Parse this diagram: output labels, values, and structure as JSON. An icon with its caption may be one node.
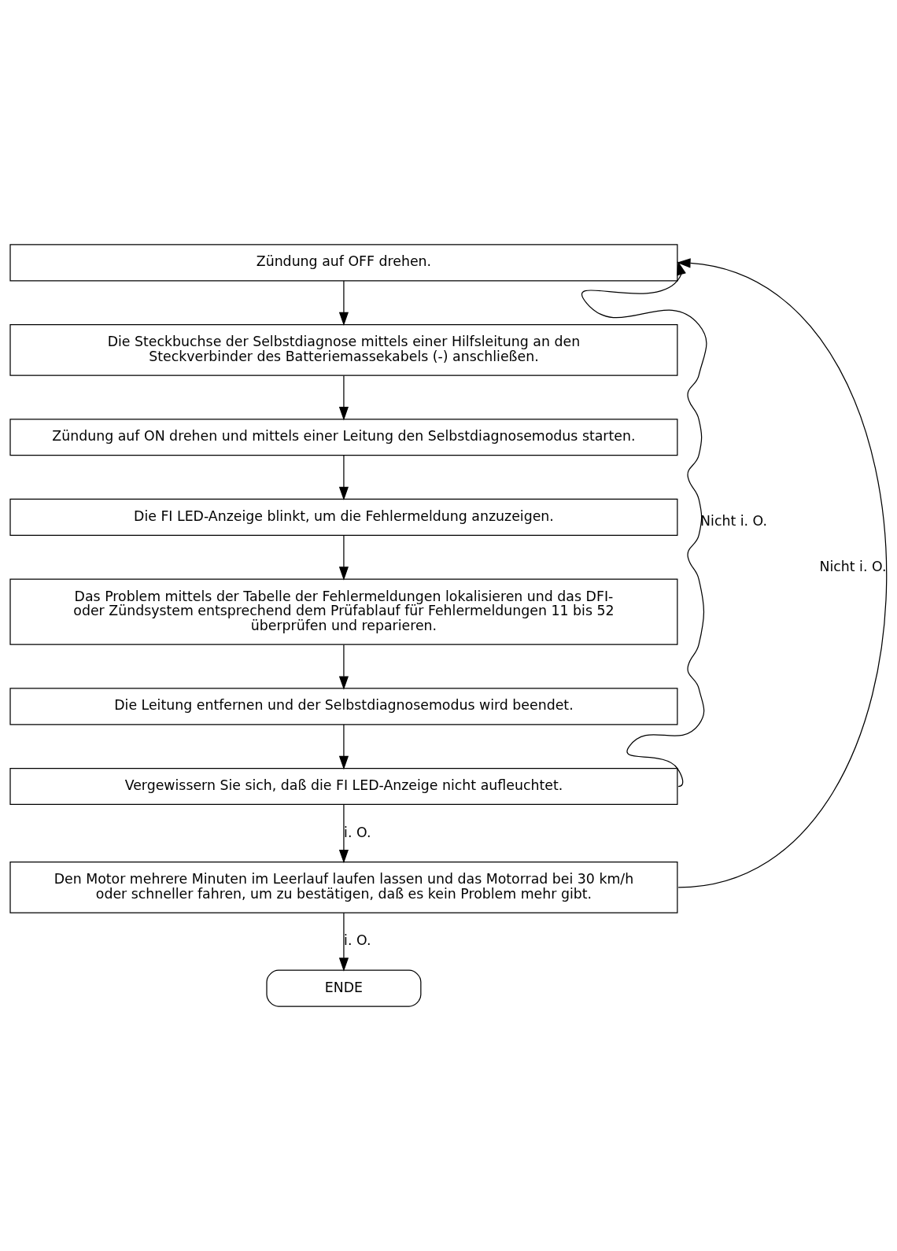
{
  "diagram": {
    "nodes": [
      {
        "text": [
          "Zündung auf OFF drehen."
        ]
      },
      {
        "text": [
          "Die Steckbuchse der Selbstdiagnose mittels einer Hilfsleitung an den Steckverbinder des Batteriemassekabels (-) anschließen."
        ]
      },
      {
        "text": [
          "Zündung auf ON drehen und mittels einer Leitung den Selbstdiagnosemodus starten."
        ]
      },
      {
        "text": [
          "Die FI LED-Anzeige blinkt, um die Fehlermeldung anzuzeigen."
        ]
      },
      {
        "text": [
          "Das Problem mittels der Tabelle der Fehlermeldungen lokalisieren und das DFI- oder Zündsystem entsprechend dem Prüfablauf für Fehlermeldungen 11 bis 52 überprüfen und reparieren."
        ]
      },
      {
        "text": [
          "Die Leitung entfernen und der Selbstdiagnosemodus wird beendet."
        ]
      },
      {
        "text": [
          "Vergewissern Sie sich, daß die FI LED-Anzeige nicht aufleuchtet."
        ]
      },
      {
        "text": [
          "Den Motor mehrere Minuten im Leerlauf laufen lassen und das Motorrad bei 30 km/h oder schneller fahren, um zu bestätigen, daß es kein Problem mehr gibt."
        ]
      },
      {
        "text": [
          "ENDE"
        ]
      }
    ],
    "edges": [
      {
        "from": 0,
        "to": 1,
        "arrow": "to"
      },
      {
        "from": 1,
        "to": 2,
        "arrow": "to"
      },
      {
        "from": 2,
        "to": 3,
        "arrow": "to"
      },
      {
        "from": 3,
        "to": 4,
        "arrow": "to"
      },
      {
        "from": 4,
        "to": 5,
        "arrow": "to"
      },
      {
        "from": 5,
        "to": 6,
        "arrow": "to"
      },
      {
        "from": 6,
        "to": 7,
        "label": "i. O.",
        "arrow": "to"
      },
      {
        "from": 7,
        "to": 8,
        "label": "i. O.",
        "arrow": "to"
      },
      {
        "from": 6,
        "to": 0,
        "label": "Nicht i. O.",
        "arrow": "to"
      },
      {
        "from": 7,
        "to": 0,
        "label": "Nicht i. O.",
        "arrow": "to"
      }
    ]
  }
}
